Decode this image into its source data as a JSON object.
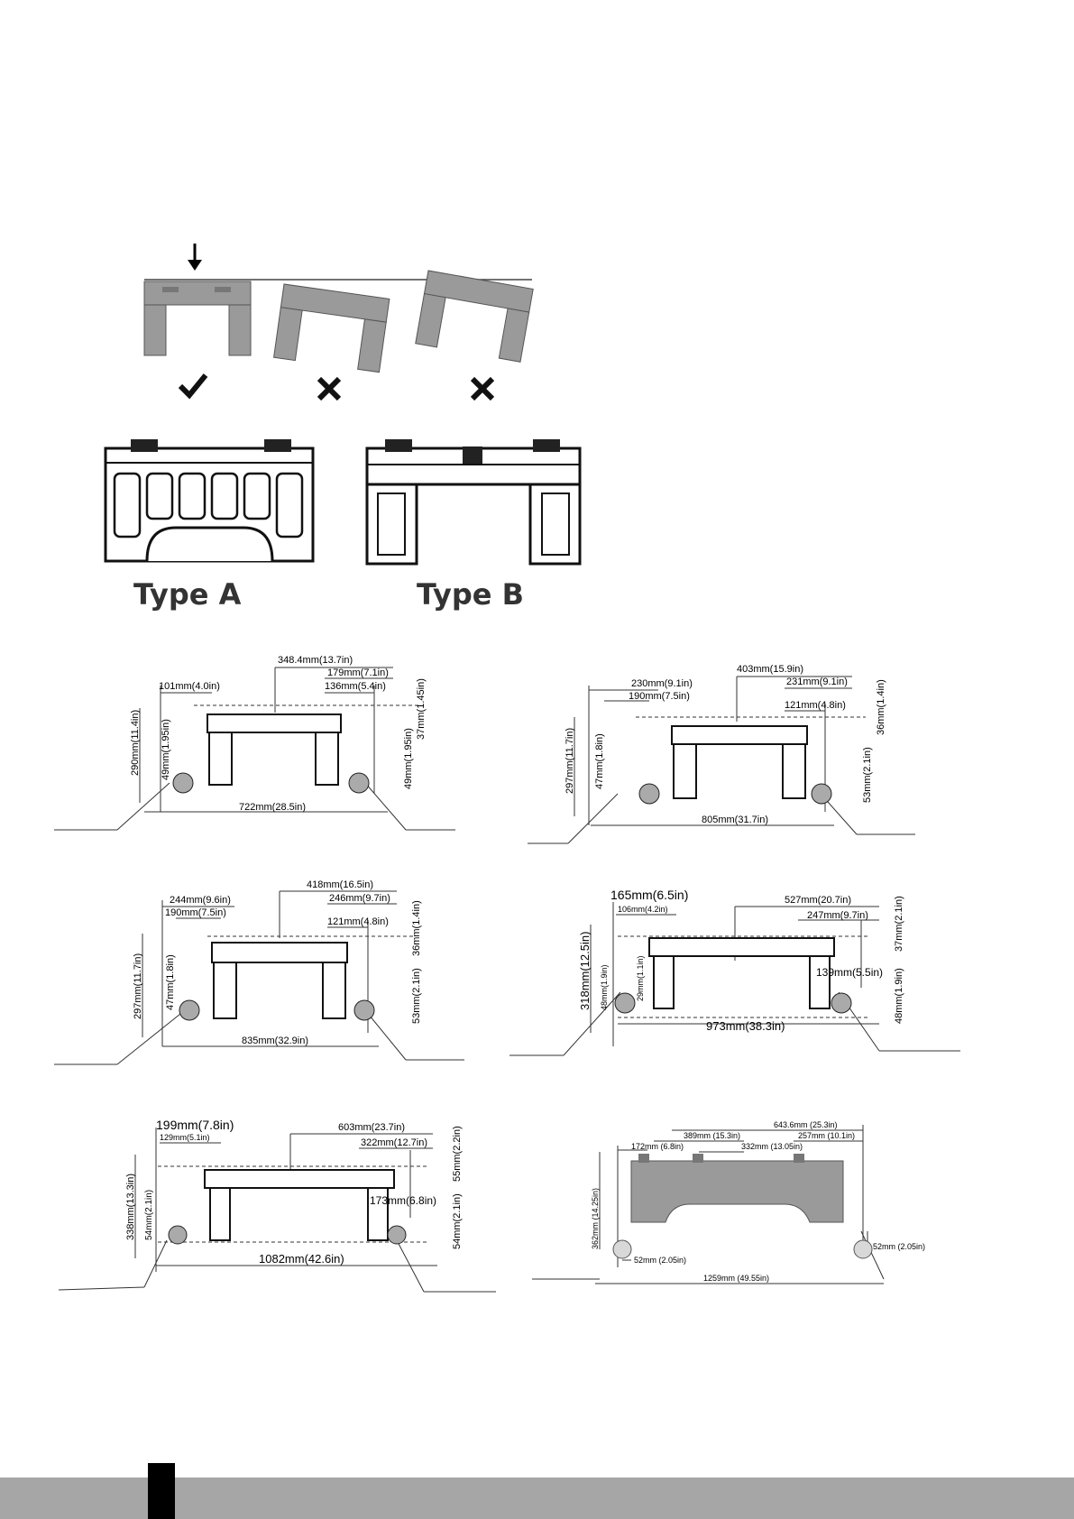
{
  "orientation": {
    "marks": [
      "check-icon",
      "cross-icon",
      "cross-icon"
    ]
  },
  "types": {
    "a_label": "Type A",
    "b_label": "Type B"
  },
  "diagrams": [
    {
      "top_total": "348.4mm(13.7in)",
      "top_right": "179mm(7.1in)",
      "left_a": "101mm(4.0in)",
      "left_b": "",
      "right_inner": "136mm(5.4in)",
      "height": "290mm(11.4in)",
      "left_hole": "49mm(1.95in)",
      "right_top": "37mm(1.45in)",
      "right_bottom": "49mm(1.95in)",
      "width": "722mm(28.5in)"
    },
    {
      "top_total": "403mm(15.9in)",
      "top_right": "231mm(9.1in)",
      "left_a": "230mm(9.1in)",
      "left_b": "190mm(7.5in)",
      "right_inner": "121mm(4.8in)",
      "height": "297mm(11.7in)",
      "left_hole": "47mm(1.8in)",
      "right_top": "36mm(1.4in)",
      "right_bottom": "53mm(2.1in)",
      "width": "805mm(31.7in)"
    },
    {
      "top_total": "418mm(16.5in)",
      "top_right": "246mm(9.7in)",
      "left_a": "244mm(9.6in)",
      "left_b": "190mm(7.5in)",
      "right_inner": "121mm(4.8in)",
      "height": "297mm(11.7in)",
      "left_hole": "47mm(1.8in)",
      "right_top": "36mm(1.4in)",
      "right_bottom": "53mm(2.1in)",
      "width": "835mm(32.9in)"
    },
    {
      "top_total": "527mm(20.7in)",
      "top_right": "247mm(9.7in)",
      "left_a": "165mm(6.5in)",
      "left_b": "106mm(4.2in)",
      "right_inner": "139mm(5.5in)",
      "height": "318mm(12.5in)",
      "left_hole": "48mm(1.9in)",
      "left_inner": "29mm(1.1in)",
      "right_top": "37mm(2.1in)",
      "right_bottom": "48mm(1.9in)",
      "width": "973mm(38.3in)"
    },
    {
      "top_total": "603mm(23.7in)",
      "top_right": "322mm(12.7in)",
      "left_a": "199mm(7.8in)",
      "left_b": "129mm(5.1in)",
      "right_inner": "173mm(6.8in)",
      "height": "338mm(13.3in)",
      "left_hole": "54mm(2.1in)",
      "right_top": "55mm(2.2in)",
      "right_bottom": "54mm(2.1in)",
      "width": "1082mm(42.6in)"
    },
    {
      "top_total": "643.6mm (25.3in)",
      "top_mid": "389mm (15.3in)",
      "top_right": "257mm (10.1in)",
      "left_a": "172mm (6.8in)",
      "mid": "332mm (13.05in)",
      "height": "362mm (14.25in)",
      "bottom_left": "52mm (2.05in)",
      "right_bottom": "52mm (2.05in)",
      "width": "1259mm (49.55in)"
    }
  ]
}
